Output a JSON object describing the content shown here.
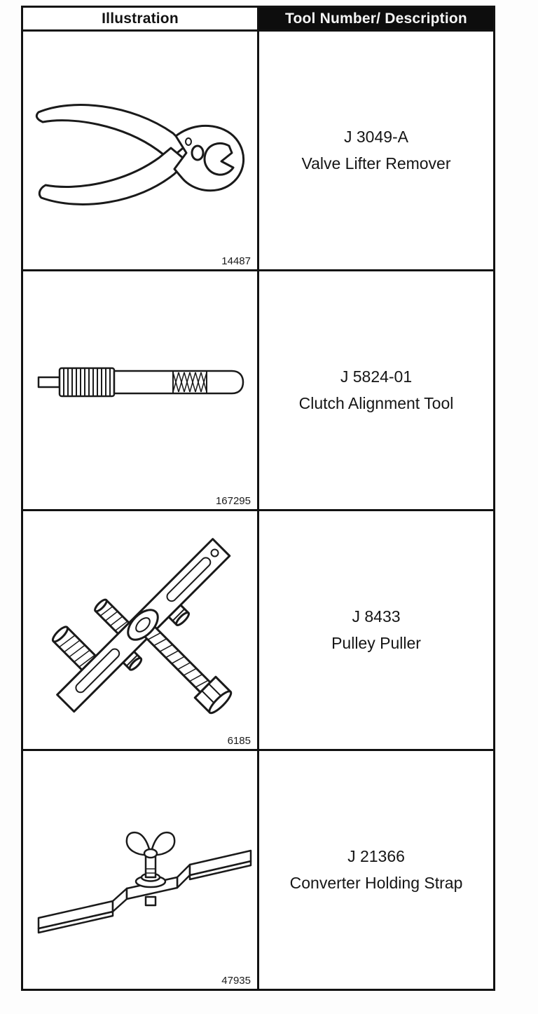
{
  "page": {
    "background": "#ffffff",
    "ink": "#121212"
  },
  "table": {
    "headers": {
      "illustration": "Illustration",
      "tool": "Tool Number/ Description"
    },
    "rows": [
      {
        "figure_number": "14487",
        "tool_number": "J 3049-A",
        "description": "Valve Lifter Remover",
        "illustration": "valve-lifter-remover-pliers"
      },
      {
        "figure_number": "167295",
        "tool_number": "J 5824-01",
        "description": "Clutch Alignment Tool",
        "illustration": "clutch-alignment-tool"
      },
      {
        "figure_number": "6185",
        "tool_number": "J 8433",
        "description": "Pulley Puller",
        "illustration": "pulley-puller"
      },
      {
        "figure_number": "47935",
        "tool_number": "J 21366",
        "description": "Converter Holding Strap",
        "illustration": "converter-holding-strap"
      }
    ]
  }
}
